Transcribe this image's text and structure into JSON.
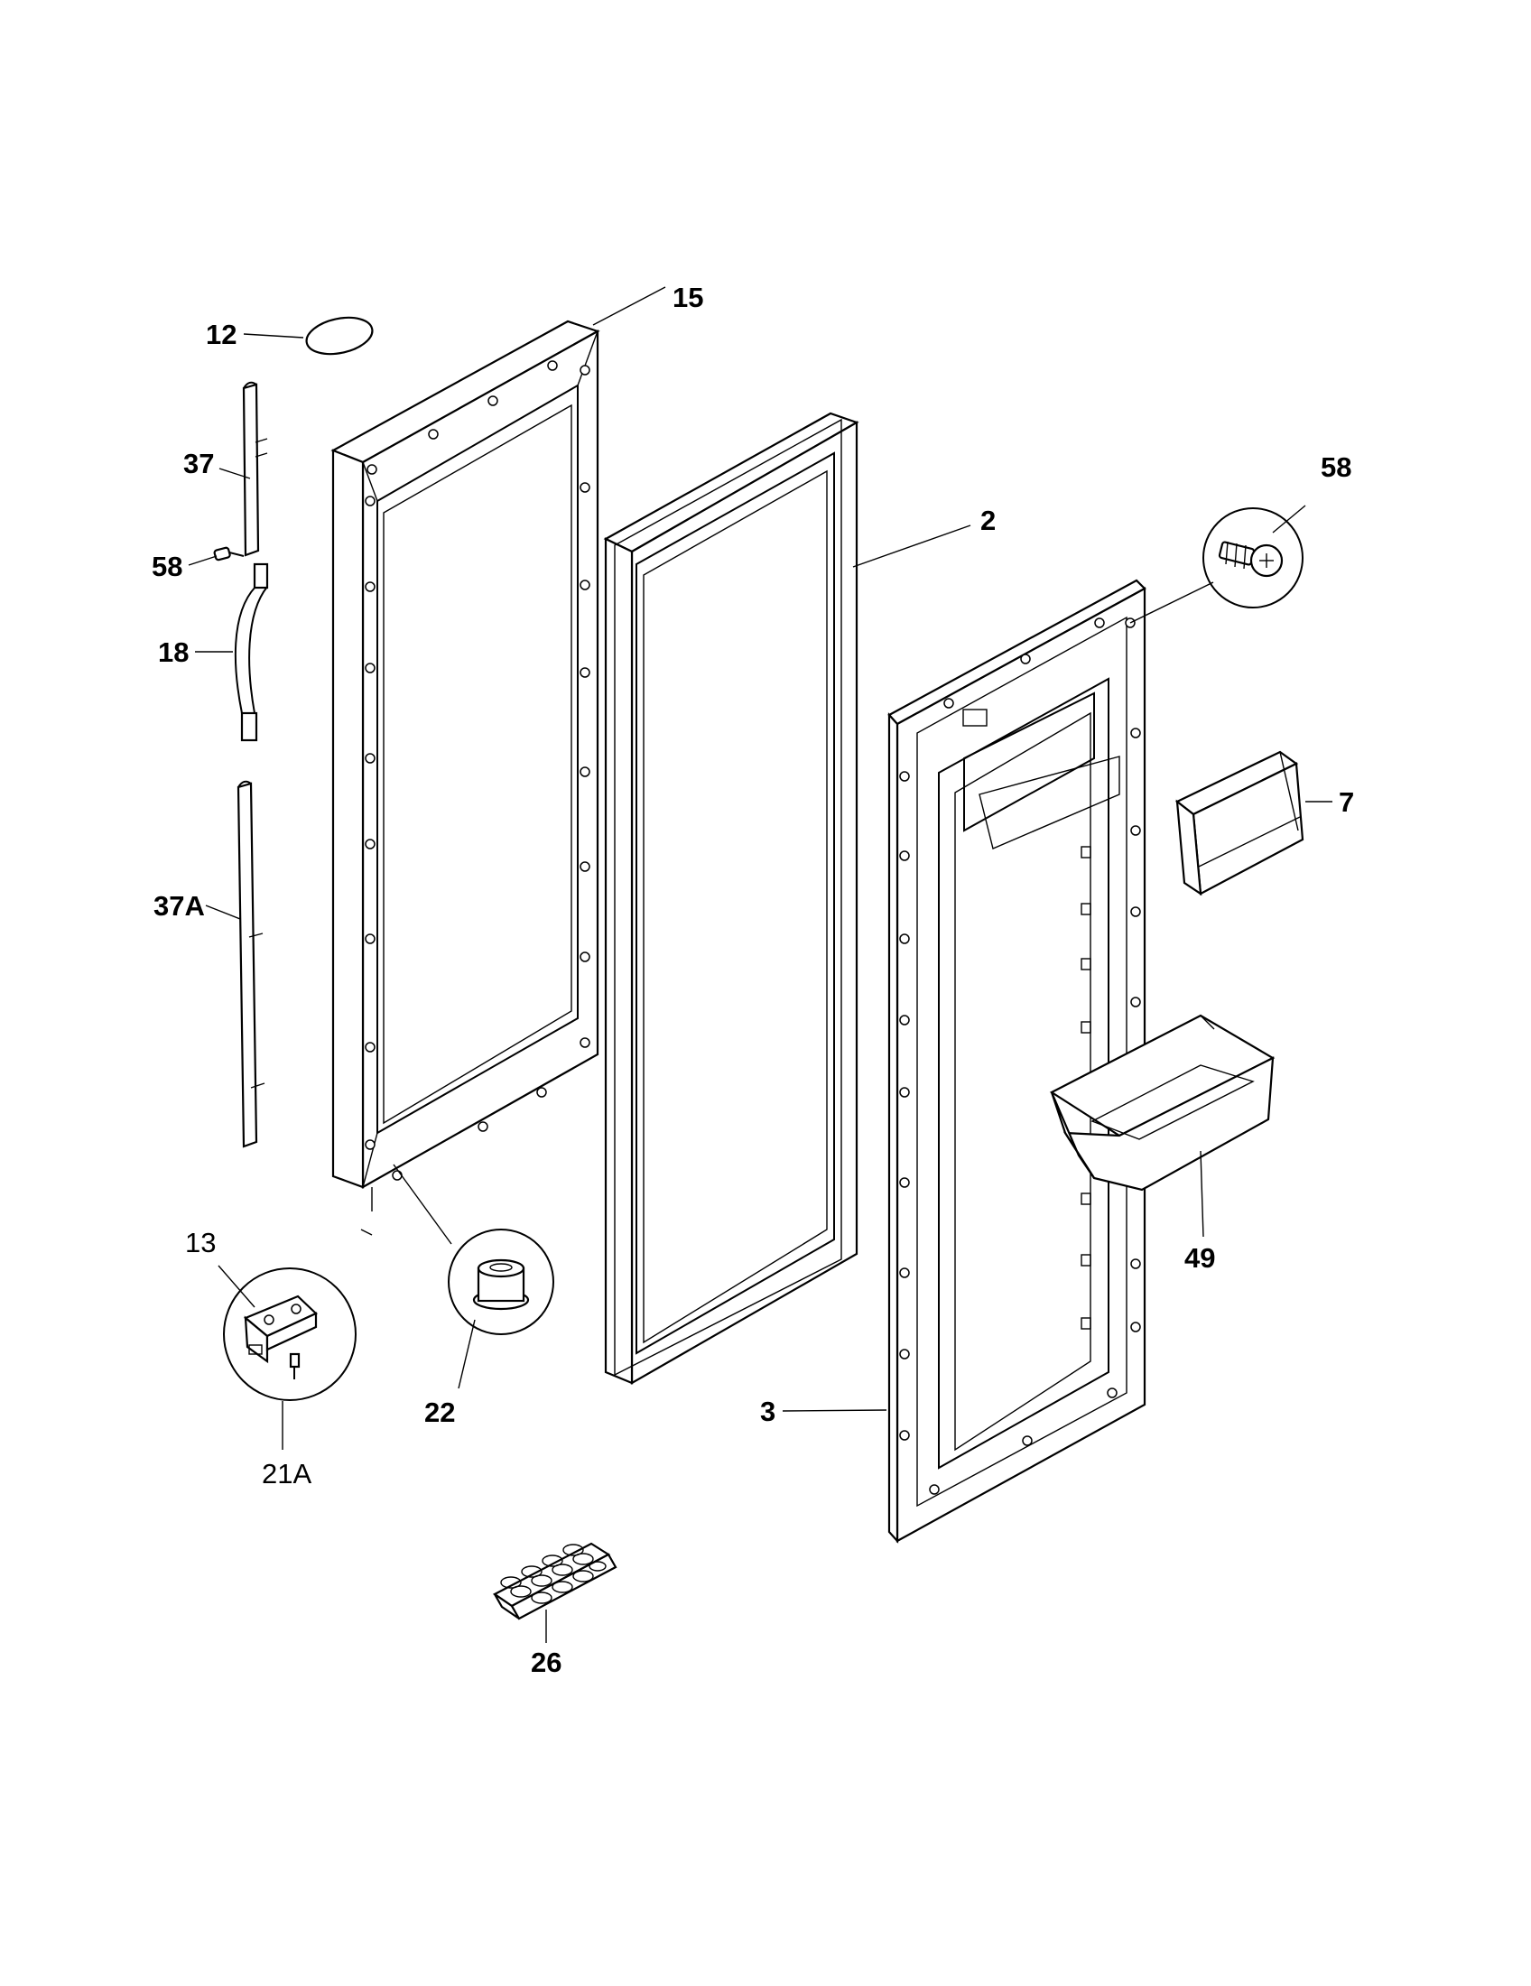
{
  "diagram": {
    "labels": {
      "p12": "12",
      "p15": "15",
      "p37": "37",
      "p58a": "58",
      "p18": "18",
      "p37a": "37A",
      "p2": "2",
      "p58b": "58",
      "p7": "7",
      "p13": "13",
      "p21a": "21A",
      "p22": "22",
      "p49": "49",
      "p3": "3",
      "p26": "26"
    }
  }
}
